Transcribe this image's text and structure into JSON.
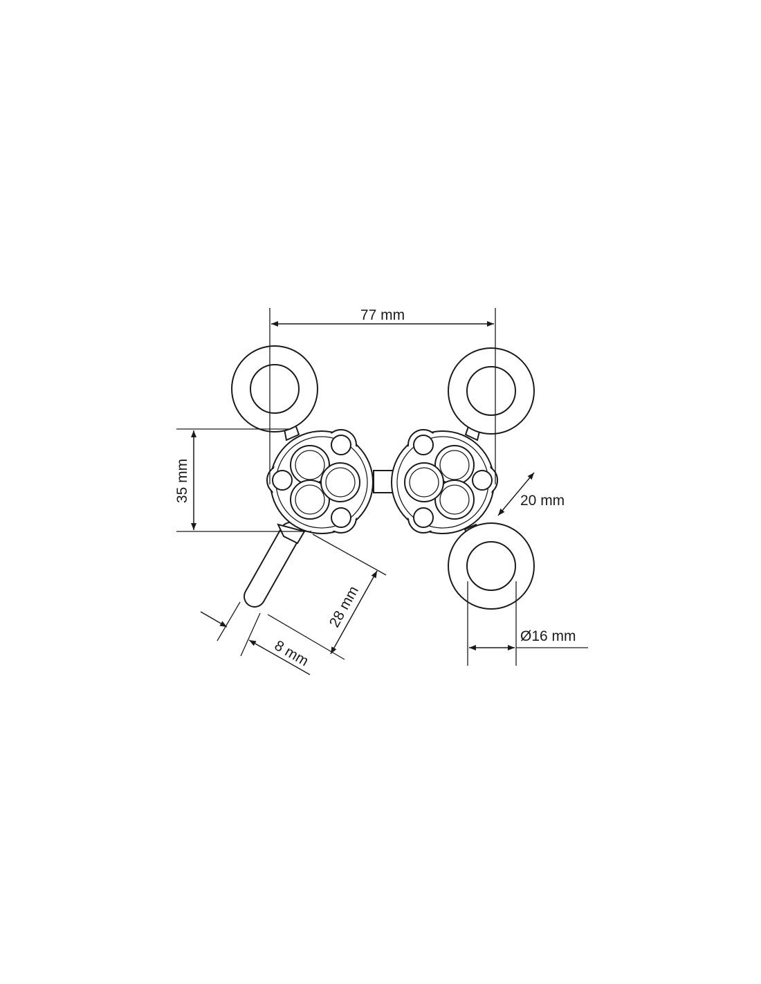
{
  "dimensions": {
    "span": "77 mm",
    "height": "35 mm",
    "plate_gap": "20 mm",
    "handle_length": "28 mm",
    "handle_width": "8 mm",
    "ring_diameter": "Ø16 mm"
  }
}
